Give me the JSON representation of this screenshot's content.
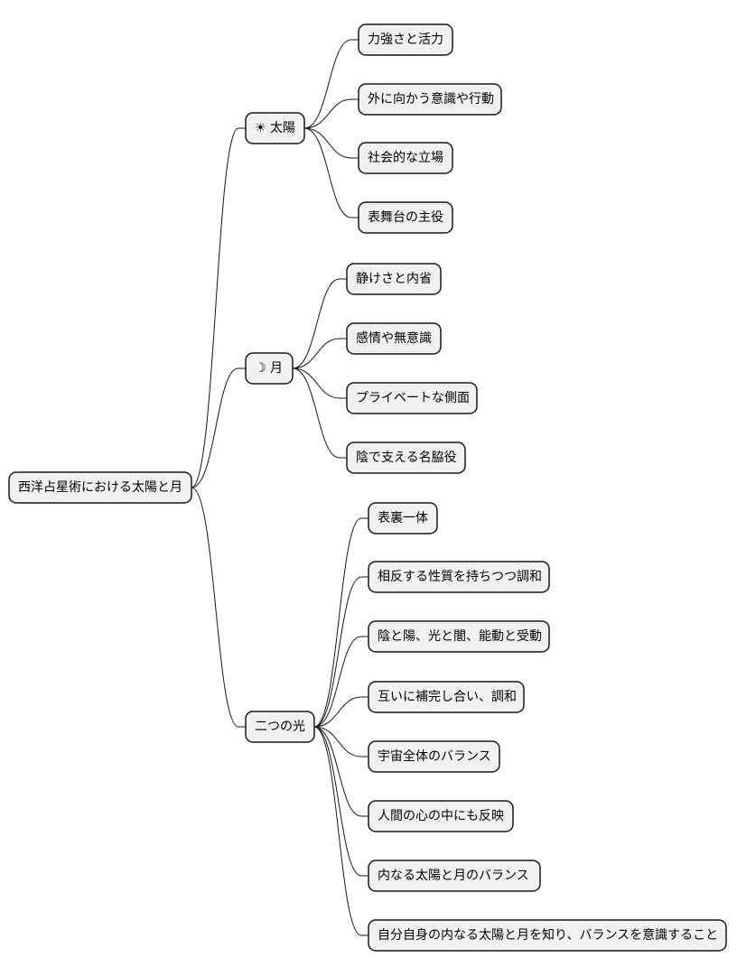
{
  "root": {
    "label": "西洋占星術における太陽と月",
    "children": [
      {
        "label": "☀ 太陽",
        "children": [
          {
            "label": "力強さと活力"
          },
          {
            "label": "外に向かう意識や行動"
          },
          {
            "label": "社会的な立場"
          },
          {
            "label": "表舞台の主役"
          }
        ]
      },
      {
        "label": "☽ 月",
        "children": [
          {
            "label": "静けさと内省"
          },
          {
            "label": "感情や無意識"
          },
          {
            "label": "プライベートな側面"
          },
          {
            "label": "陰で支える名脇役"
          }
        ]
      },
      {
        "label": "二つの光",
        "children": [
          {
            "label": "表裏一体"
          },
          {
            "label": "相反する性質を持ちつつ調和"
          },
          {
            "label": "陰と陽、光と闇、能動と受動"
          },
          {
            "label": "互いに補完し合い、調和"
          },
          {
            "label": "宇宙全体のバランス"
          },
          {
            "label": "人間の心の中にも反映"
          },
          {
            "label": "内なる太陽と月のバランス"
          },
          {
            "label": "自分自身の内なる太陽と月を知り、バランスを意識すること"
          }
        ]
      }
    ]
  }
}
